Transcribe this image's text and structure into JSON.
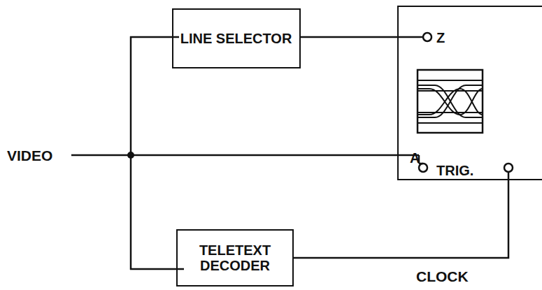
{
  "diagram": {
    "nodes": [
      {
        "text": [
          "LINE SELECTOR"
        ]
      },
      {
        "text": [
          "Z",
          "A",
          "TRIG."
        ]
      },
      {
        "text": [
          "TELETEXT DECODER"
        ]
      }
    ],
    "edges": [
      {
        "from": 0,
        "to": 1,
        "arrow": "none"
      },
      {
        "from": 2,
        "to": 1,
        "label": "CLOCK",
        "arrow": "none"
      }
    ],
    "labels": [
      "VIDEO"
    ]
  }
}
